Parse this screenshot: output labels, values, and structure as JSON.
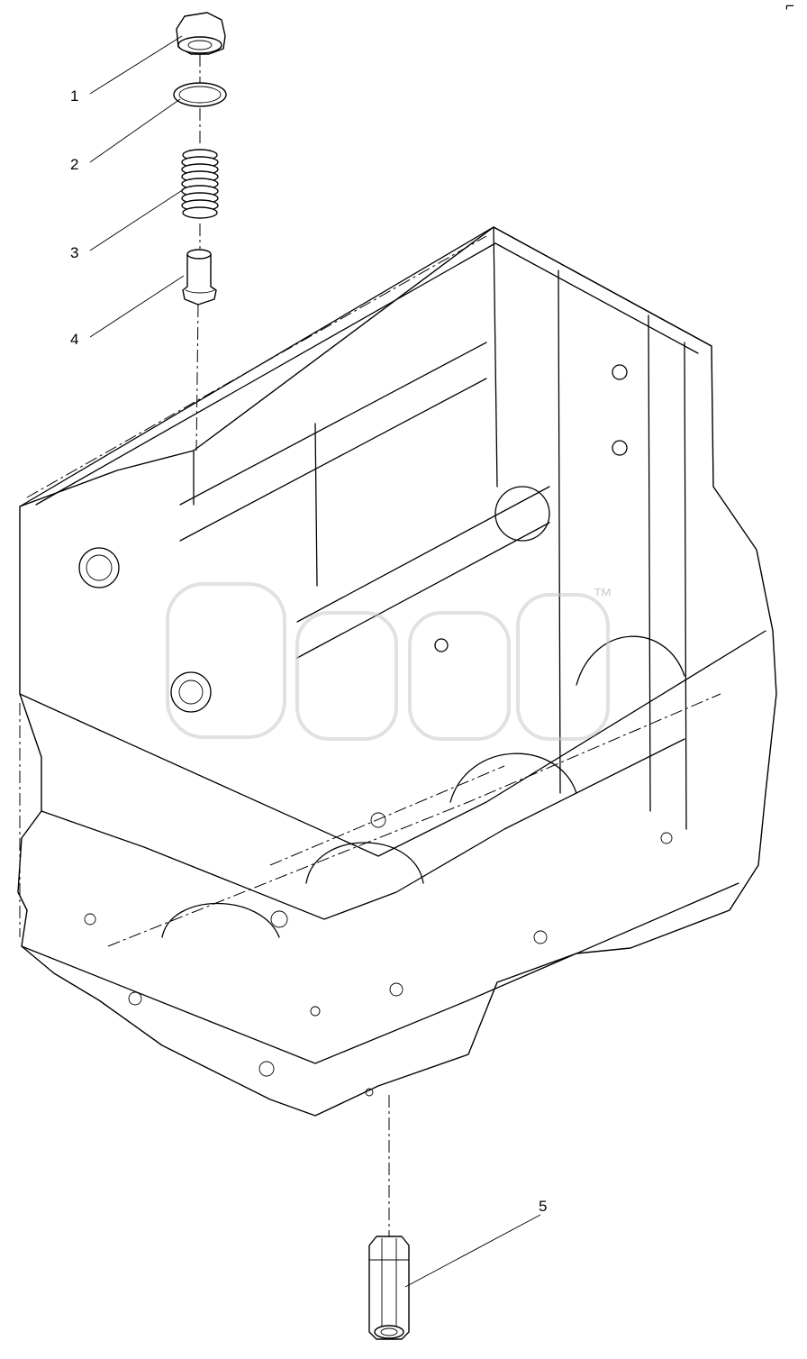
{
  "diagram": {
    "callouts": [
      {
        "number": "1",
        "part": "cap"
      },
      {
        "number": "2",
        "part": "o-ring"
      },
      {
        "number": "3",
        "part": "spring"
      },
      {
        "number": "4",
        "part": "sleeve"
      },
      {
        "number": "5",
        "part": "hex-plug"
      }
    ],
    "watermark": "™",
    "corner_mark": "⌐"
  }
}
